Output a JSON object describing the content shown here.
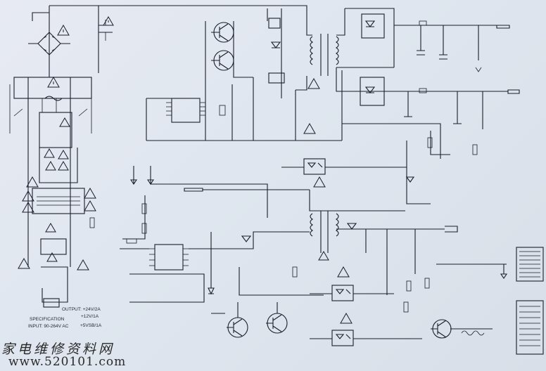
{
  "spec": {
    "output": "OUTPUT: +24V/2A",
    "output2": "+12V/1A",
    "spec_label": "SPECIFICATION",
    "output3": "+5VSB/1A",
    "input": "INPUT: 90-264V AC"
  },
  "watermark": {
    "cn_logo": "家电维修资料网",
    "url_logo": "www.520101.com"
  },
  "colors": {
    "paper": "#e3e8f0",
    "ink": "#1a1d2a",
    "warning": "#1a1d2a"
  }
}
